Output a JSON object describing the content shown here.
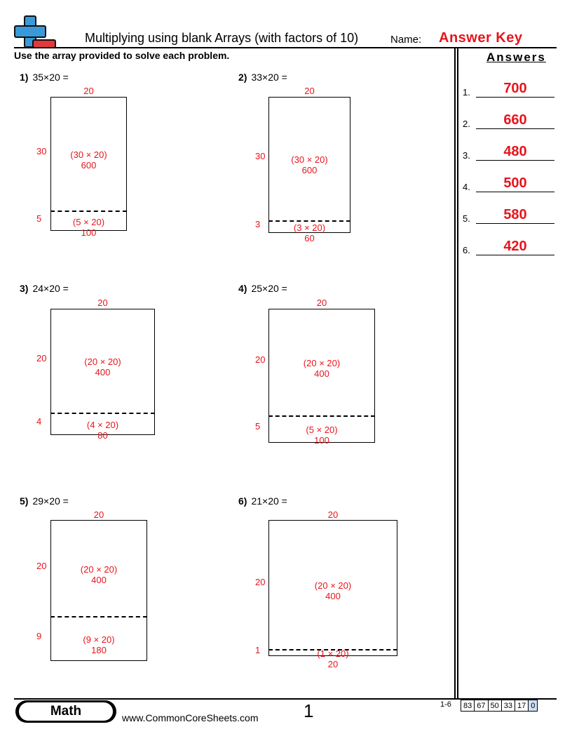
{
  "header": {
    "title": "Multiplying using blank Arrays (with factors of 10)",
    "name_label": "Name:",
    "answer_key": "Answer Key"
  },
  "instructions": "Use the array provided to solve each problem.",
  "answers": {
    "heading": "Answers",
    "items": [
      {
        "num": "1.",
        "value": "700"
      },
      {
        "num": "2.",
        "value": "660"
      },
      {
        "num": "3.",
        "value": "480"
      },
      {
        "num": "4.",
        "value": "500"
      },
      {
        "num": "5.",
        "value": "580"
      },
      {
        "num": "6.",
        "value": "420"
      }
    ]
  },
  "problems": [
    {
      "num": "1)",
      "expr": "35×20 =",
      "top": "20",
      "tens": "30",
      "ones": "5",
      "top_expr": "(30 × 20)",
      "top_prod": "600",
      "bot_expr": "(5 × 20)",
      "bot_prod": "100"
    },
    {
      "num": "2)",
      "expr": "33×20 =",
      "top": "20",
      "tens": "30",
      "ones": "3",
      "top_expr": "(30 × 20)",
      "top_prod": "600",
      "bot_expr": "(3 × 20)",
      "bot_prod": "60"
    },
    {
      "num": "3)",
      "expr": "24×20 =",
      "top": "20",
      "tens": "20",
      "ones": "4",
      "top_expr": "(20 × 20)",
      "top_prod": "400",
      "bot_expr": "(4 × 20)",
      "bot_prod": "80"
    },
    {
      "num": "4)",
      "expr": "25×20 =",
      "top": "20",
      "tens": "20",
      "ones": "5",
      "top_expr": "(20 × 20)",
      "top_prod": "400",
      "bot_expr": "(5 × 20)",
      "bot_prod": "100"
    },
    {
      "num": "5)",
      "expr": "29×20 =",
      "top": "20",
      "tens": "20",
      "ones": "9",
      "top_expr": "(20 × 20)",
      "top_prod": "400",
      "bot_expr": "(9 × 20)",
      "bot_prod": "180"
    },
    {
      "num": "6)",
      "expr": "21×20 =",
      "top": "20",
      "tens": "20",
      "ones": "1",
      "top_expr": "(20 × 20)",
      "top_prod": "400",
      "bot_expr": "(1 × 20)",
      "bot_prod": "20"
    }
  ],
  "footer": {
    "subject": "Math",
    "site": "www.CommonCoreSheets.com",
    "page": "1",
    "range": "1-6",
    "scores": [
      "83",
      "67",
      "50",
      "33",
      "17",
      "0"
    ]
  },
  "colors": {
    "answer_red": "#e8141c",
    "logo_blue": "#3a9ad9",
    "logo_red": "#e23a3a",
    "score_highlight": "#cfe0f5"
  }
}
